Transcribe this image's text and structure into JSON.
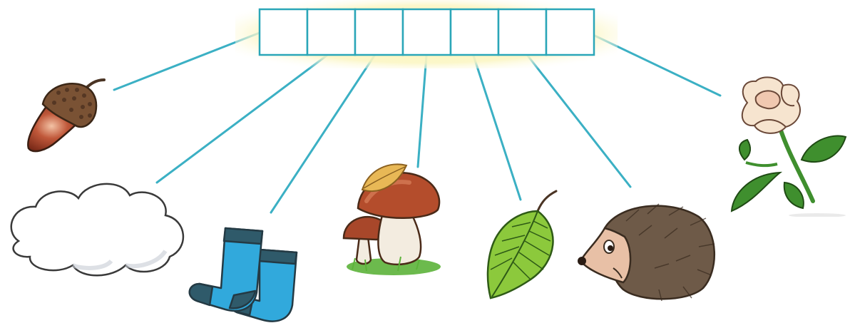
{
  "puzzle": {
    "letter_cells": [
      "",
      "",
      "",
      "",
      "",
      "",
      ""
    ],
    "cell_border_color": "#2aa6b8",
    "highlight_color": "#fbf6b4",
    "connector_color": "#3bb0c4"
  },
  "pictures": [
    {
      "name": "acorn",
      "icon": "acorn-icon"
    },
    {
      "name": "cloud",
      "icon": "cloud-icon"
    },
    {
      "name": "socks",
      "icon": "socks-icon"
    },
    {
      "name": "mushroom",
      "icon": "mushroom-icon"
    },
    {
      "name": "leaf",
      "icon": "leaf-icon"
    },
    {
      "name": "hedgehog",
      "icon": "hedgehog-icon"
    },
    {
      "name": "rose",
      "icon": "rose-icon"
    }
  ],
  "colors": {
    "acorn_nut": "#a4432a",
    "acorn_cap": "#7a5234",
    "cloud_fill": "#ffffff",
    "sock_blue": "#31a9dc",
    "sock_cuff": "#2f5a6a",
    "mushroom_cap": "#b44d2c",
    "mushroom_stem": "#f3ece0",
    "grass": "#5cb33a",
    "leaf_green": "#8cc93c",
    "hedgehog_spines": "#6e5a48",
    "hedgehog_face": "#e8c0a6",
    "rose_petal": "#f6e4cf",
    "rose_leaf": "#3f8f2e"
  }
}
